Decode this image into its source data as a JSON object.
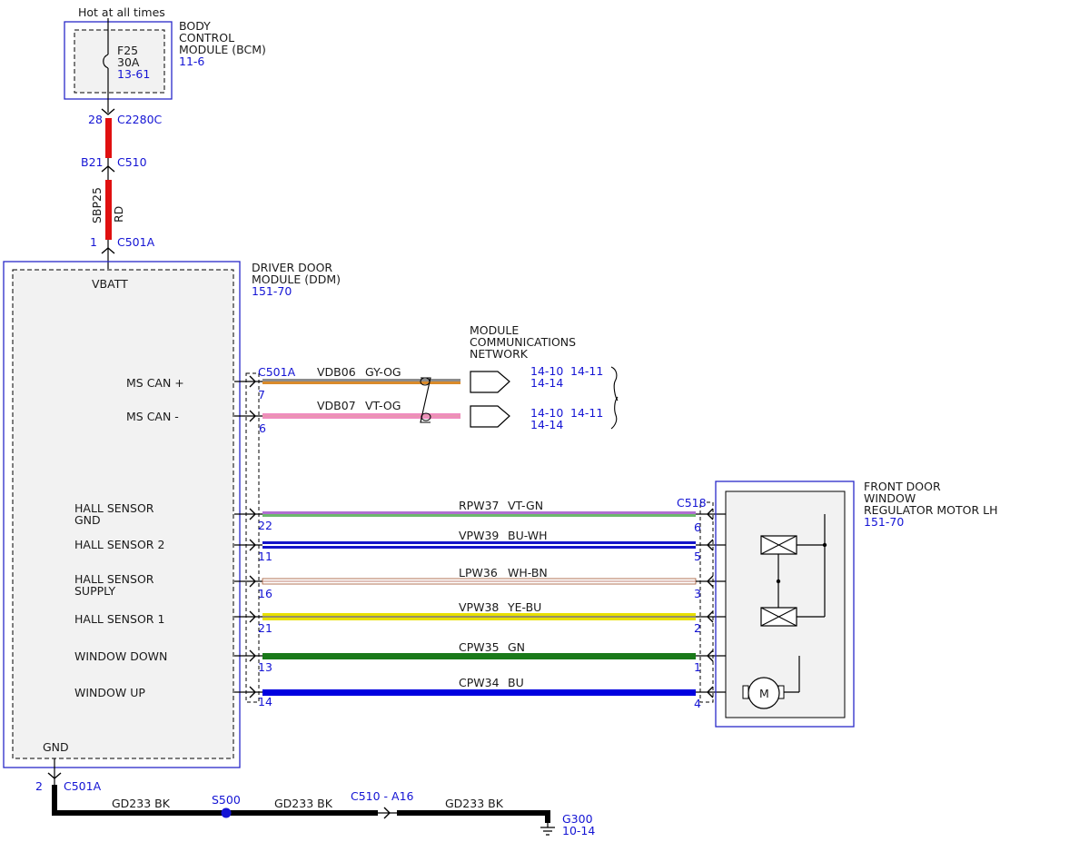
{
  "colors": {
    "red": "#e01010",
    "black": "#000000",
    "gy_og_gray": "#8c8c8c",
    "gy_og_orange": "#d98a2a",
    "vt_og": "#f08cc0",
    "vt_gn_violet": "#b070d0",
    "vt_gn_green": "#6cb86c",
    "bu_wh_blue": "#1414c8",
    "wh_bn_brown": "#a0522d",
    "ye_bu_yellow": "#e8e000",
    "gn": "#1a7a1a",
    "bu": "#0000e0",
    "ref_blue": "#1414d4",
    "module_border": "#2828c8",
    "module_fill": "#f2f2f2"
  },
  "top": {
    "hot_label": "Hot at all times",
    "fuse_name": "F25",
    "fuse_rating": "30A",
    "fuse_ref": "13-61",
    "bcm_label_1": "BODY",
    "bcm_label_2": "CONTROL",
    "bcm_label_3": "MODULE (BCM)",
    "bcm_ref": "11-6",
    "c2280c_pin": "28",
    "c2280c_name": "C2280C",
    "c510_pin": "B21",
    "c510_name": "C510",
    "circuit": "SBP25",
    "color_code": "RD",
    "c501a_pin": "1",
    "c501a_name": "C501A"
  },
  "ddm": {
    "label_1": "DRIVER DOOR",
    "label_2": "MODULE (DDM)",
    "ref": "151-70",
    "vbatt": "VBATT",
    "gnd": "GND",
    "ms_can_plus": "MS CAN +",
    "ms_can_minus": "MS CAN -",
    "hall_gnd_1": "HALL SENSOR",
    "hall_gnd_2": "GND",
    "hall_2": "HALL SENSOR 2",
    "hall_supply_1": "HALL SENSOR",
    "hall_supply_2": "SUPPLY",
    "hall_1": "HALL SENSOR 1",
    "window_down": "WINDOW DOWN",
    "window_up": "WINDOW UP"
  },
  "network": {
    "label_1": "MODULE",
    "label_2": "COMMUNICATIONS",
    "label_3": "NETWORK",
    "connector": "C501A",
    "can_plus_pin": "7",
    "can_plus_circuit": "VDB06",
    "can_plus_color": "GY-OG",
    "can_plus_ref_a": "14-10",
    "can_plus_ref_b": "14-11",
    "can_plus_ref_c": "14-14",
    "can_minus_pin": "6",
    "can_minus_circuit": "VDB07",
    "can_minus_color": "VT-OG",
    "can_minus_ref_a": "14-10",
    "can_minus_ref_b": "14-11",
    "can_minus_ref_c": "14-14"
  },
  "motor": {
    "label_1": "FRONT DOOR",
    "label_2": "WINDOW",
    "label_3": "REGULATOR MOTOR LH",
    "ref": "151-70",
    "connector": "C518",
    "motor_symbol": "M"
  },
  "wires": [
    {
      "circuit": "RPW37",
      "color": "VT-GN",
      "left_pin": "22",
      "right_pin": "6"
    },
    {
      "circuit": "VPW39",
      "color": "BU-WH",
      "left_pin": "11",
      "right_pin": "5"
    },
    {
      "circuit": "LPW36",
      "color": "WH-BN",
      "left_pin": "16",
      "right_pin": "3"
    },
    {
      "circuit": "VPW38",
      "color": "YE-BU",
      "left_pin": "21",
      "right_pin": "2"
    },
    {
      "circuit": "CPW35",
      "color": "GN",
      "left_pin": "13",
      "right_pin": "1"
    },
    {
      "circuit": "CPW34",
      "color": "BU",
      "left_pin": "14",
      "right_pin": "4"
    }
  ],
  "ground": {
    "pin": "2",
    "connector": "C501A",
    "seg1": "GD233  BK",
    "splice": "S500",
    "seg2": "GD233  BK",
    "inline_connector": "C510 - A16",
    "seg3": "GD233  BK",
    "ground_name": "G300",
    "ground_ref": "10-14"
  }
}
